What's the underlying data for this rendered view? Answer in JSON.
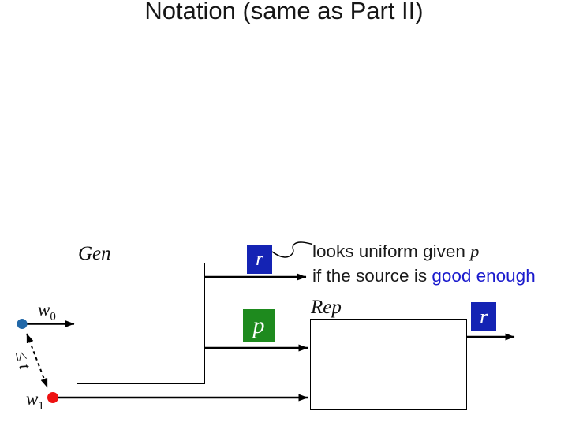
{
  "slide": {
    "title": "Notation (same as Part II)"
  },
  "diagram": {
    "gen_label": "Gen",
    "rep_label": "Rep",
    "w0": {
      "base": "w",
      "sub": "0"
    },
    "w1": {
      "base": "w",
      "sub": "1"
    },
    "r_out_gen": "r",
    "p_label": "p",
    "r_out_rep": "r",
    "distance_label": "≤ t",
    "note": {
      "line1_text": "looks uniform given ",
      "line1_var": "p",
      "line2_text": "if the source is ",
      "line2_highlight": "good enough"
    },
    "colors": {
      "r_box_blue": "#1423B4",
      "p_box_green": "#1E8A1E",
      "highlight_blue": "#1A1ACD",
      "w0_dot_blue": "#2268A8",
      "w1_dot_red": "#EE1111"
    }
  }
}
